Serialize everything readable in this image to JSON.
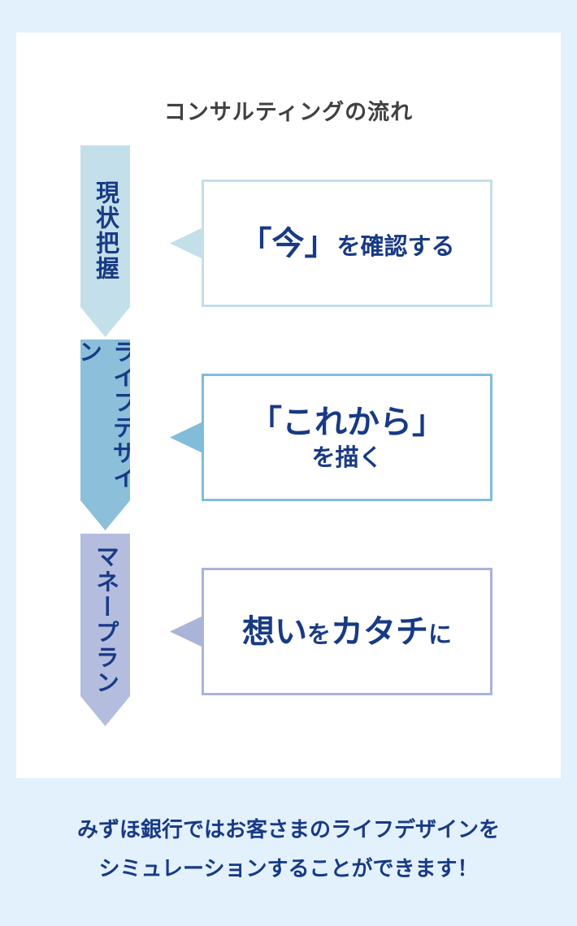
{
  "colors": {
    "background": "#e3f1fd",
    "card": "#ffffff",
    "navy_text": "#183a85",
    "title_text": "#404040"
  },
  "title": "コンサルティングの流れ",
  "steps": [
    {
      "label": "現状把握",
      "arrow_color": "#c3dfea",
      "bubble_color": "#c2dfea",
      "bubble_lines": [
        [
          {
            "text": "「今」",
            "size": "lg"
          },
          {
            "text": "を確認する",
            "size": "sm"
          }
        ]
      ]
    },
    {
      "label": "ライフデザイン",
      "arrow_color": "#8bbfda",
      "bubble_color": "#82bcd9",
      "bubble_lines": [
        [
          {
            "text": "「これから」",
            "size": "lg"
          }
        ],
        [
          {
            "text": "を描く",
            "size": "sm"
          }
        ]
      ]
    },
    {
      "label": "マネープラン",
      "arrow_color": "#b4bdde",
      "bubble_color": "#aab4d8",
      "bubble_lines": [
        [
          {
            "text": "想い",
            "size": "lg"
          },
          {
            "text": "を",
            "size": "sm"
          },
          {
            "text": "カタチ",
            "size": "lg"
          },
          {
            "text": "に",
            "size": "sm"
          }
        ]
      ]
    }
  ],
  "caption": {
    "line1": "みずほ銀行ではお客さまのライフデザインを",
    "line2": "シミュレーションすることができます！"
  }
}
